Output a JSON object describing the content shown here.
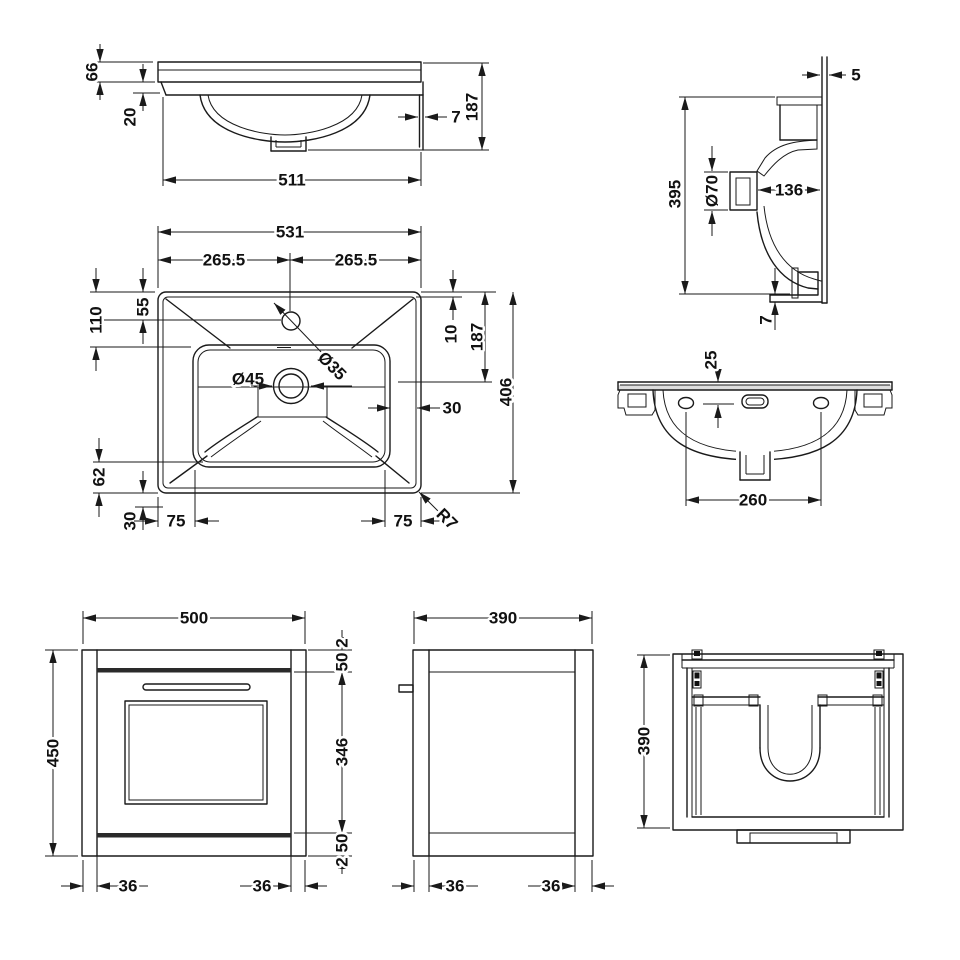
{
  "views": {
    "basin_side": {
      "d66": "66",
      "d20": "20",
      "d511": "511",
      "d7": "7",
      "d187": "187"
    },
    "basin_section": {
      "d5": "5",
      "d395": "395",
      "d70": "Ø70",
      "d136": "136",
      "d7": "7"
    },
    "basin_plan": {
      "d531": "531",
      "d265l": "265.5",
      "d265r": "265.5",
      "d110": "110",
      "d55": "55",
      "d35": "Ø35",
      "d45": "Ø45",
      "d10": "10",
      "d187": "187",
      "d406": "406",
      "d30r": "30",
      "d62": "62",
      "d30b": "30",
      "d75l": "75",
      "d75r": "75",
      "r7": "R7"
    },
    "basin_front": {
      "d25": "25",
      "d260": "260"
    },
    "vanity_front": {
      "d500": "500",
      "d450": "450",
      "d2t": "2",
      "d50t": "50",
      "d346": "346",
      "d50b": "50",
      "d2b": "2",
      "d36l": "36",
      "d36r": "36"
    },
    "vanity_side": {
      "d390": "390",
      "d36l": "36",
      "d36r": "36"
    },
    "vanity_top": {
      "d390": "390"
    }
  },
  "colors": {
    "line": "#1a1a1a",
    "shade": "#dddddd",
    "dark_band": "#2a2a2a"
  }
}
